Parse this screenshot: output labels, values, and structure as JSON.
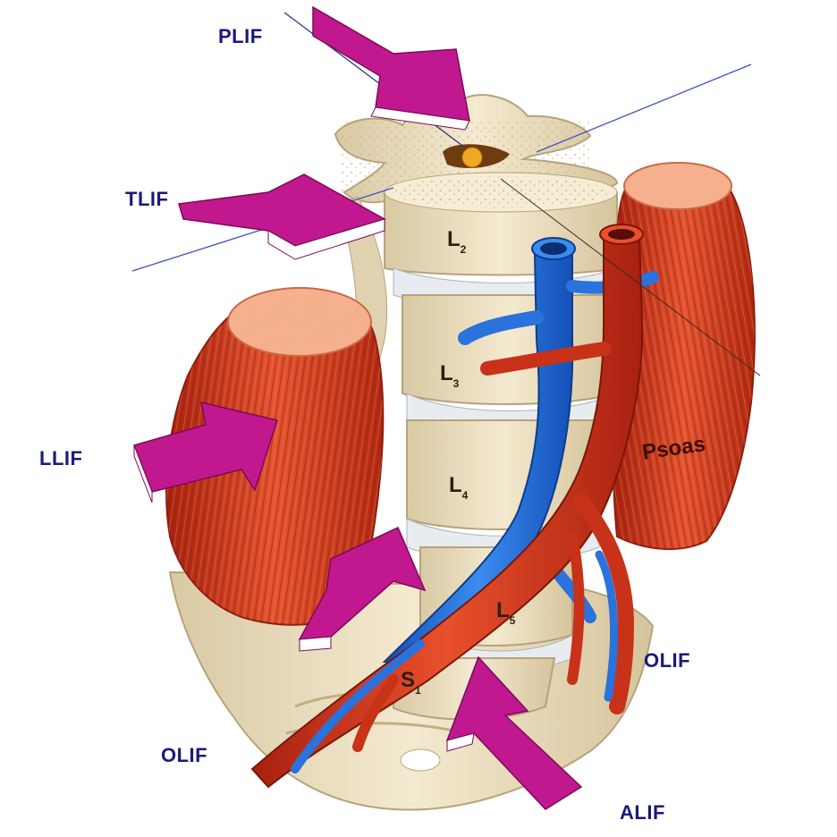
{
  "approaches": {
    "plif": "PLIF",
    "tlif": "TLIF",
    "llif": "LLIF",
    "olif_right": "OLIF",
    "olif_left": "OLIF",
    "alif": "ALIF"
  },
  "vertebrae": {
    "l2": {
      "letter": "L",
      "sub": "2"
    },
    "l3": {
      "letter": "L",
      "sub": "3"
    },
    "l4": {
      "letter": "L",
      "sub": "4"
    },
    "l5": {
      "letter": "L",
      "sub": "5"
    },
    "s1": {
      "letter": "S",
      "sub": "1"
    }
  },
  "muscle_label": "Psoas",
  "colors": {
    "arrow": "#c2188f",
    "label": "#1a1a7a",
    "muscle": "#d8432a",
    "artery": "#d23a1c",
    "vein": "#1f6fd6",
    "bone": "#efe3c4"
  }
}
